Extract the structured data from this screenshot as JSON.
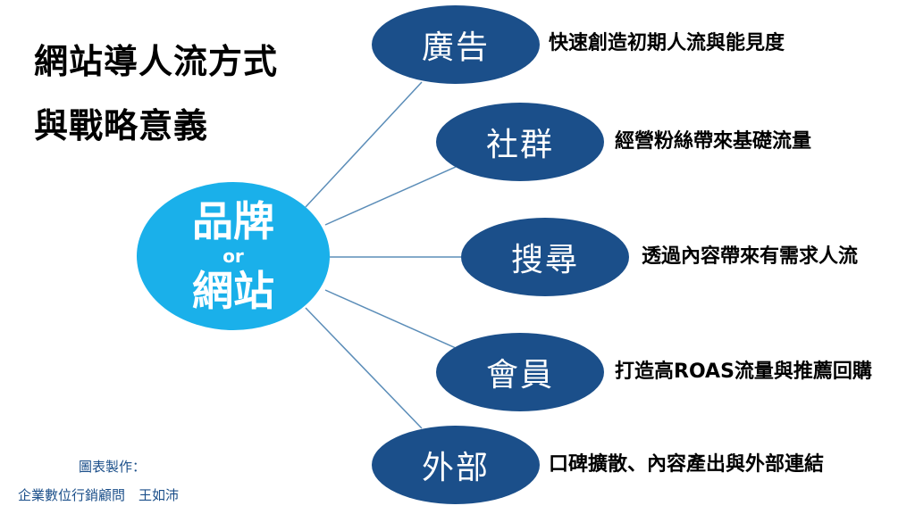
{
  "title": {
    "line1": "網站導人流方式",
    "line2": "與戰略意義"
  },
  "center": {
    "top": "品牌",
    "middle": "or",
    "bottom": "網站"
  },
  "branches": [
    {
      "label": "廣告",
      "description": "快速創造初期人流與能見度"
    },
    {
      "label": "社群",
      "description": "經營粉絲帶來基礎流量"
    },
    {
      "label": "搜尋",
      "description": "透過內容帶來有需求人流"
    },
    {
      "label": "會員",
      "description": "打造高ROAS流量與推薦回購"
    },
    {
      "label": "外部",
      "description": "口碑擴散、內容產出與外部連結"
    }
  ],
  "credit": {
    "line1": "圖表製作：",
    "line2": "企業數位行銷顧問　王如沛"
  },
  "colors": {
    "center_fill": "#1ab0ea",
    "node_fill": "#1b4f8a",
    "connector": "#5b8db8"
  }
}
